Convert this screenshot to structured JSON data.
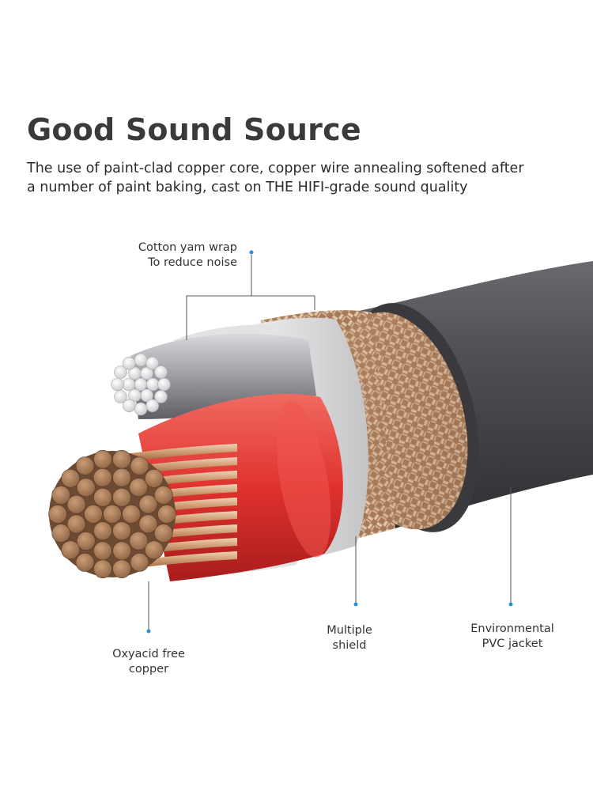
{
  "header": {
    "title": "Good Sound Source",
    "subtitle_lines": [
      "The use of paint-clad copper core, copper wire annealing softened after",
      "a number of paint baking, cast on THE HIFI-grade sound quality"
    ]
  },
  "callouts": {
    "cotton": {
      "lines": [
        "Cotton yam wrap",
        "To reduce noise"
      ]
    },
    "copper": {
      "lines": [
        "Oxyacid free",
        "copper"
      ]
    },
    "shield": {
      "lines": [
        "Multiple",
        "shield"
      ]
    },
    "jacket": {
      "lines": [
        "Environmental",
        "PVC jacket"
      ]
    }
  },
  "colors": {
    "jacket": "#4a4a4d",
    "shield": "#b8906e",
    "wrap": "#dcdcde",
    "red_insulation": "#e23a35",
    "copper": "#b98a63",
    "silver": "#c8c8cc",
    "callout_dot": "#2a8fd6"
  }
}
